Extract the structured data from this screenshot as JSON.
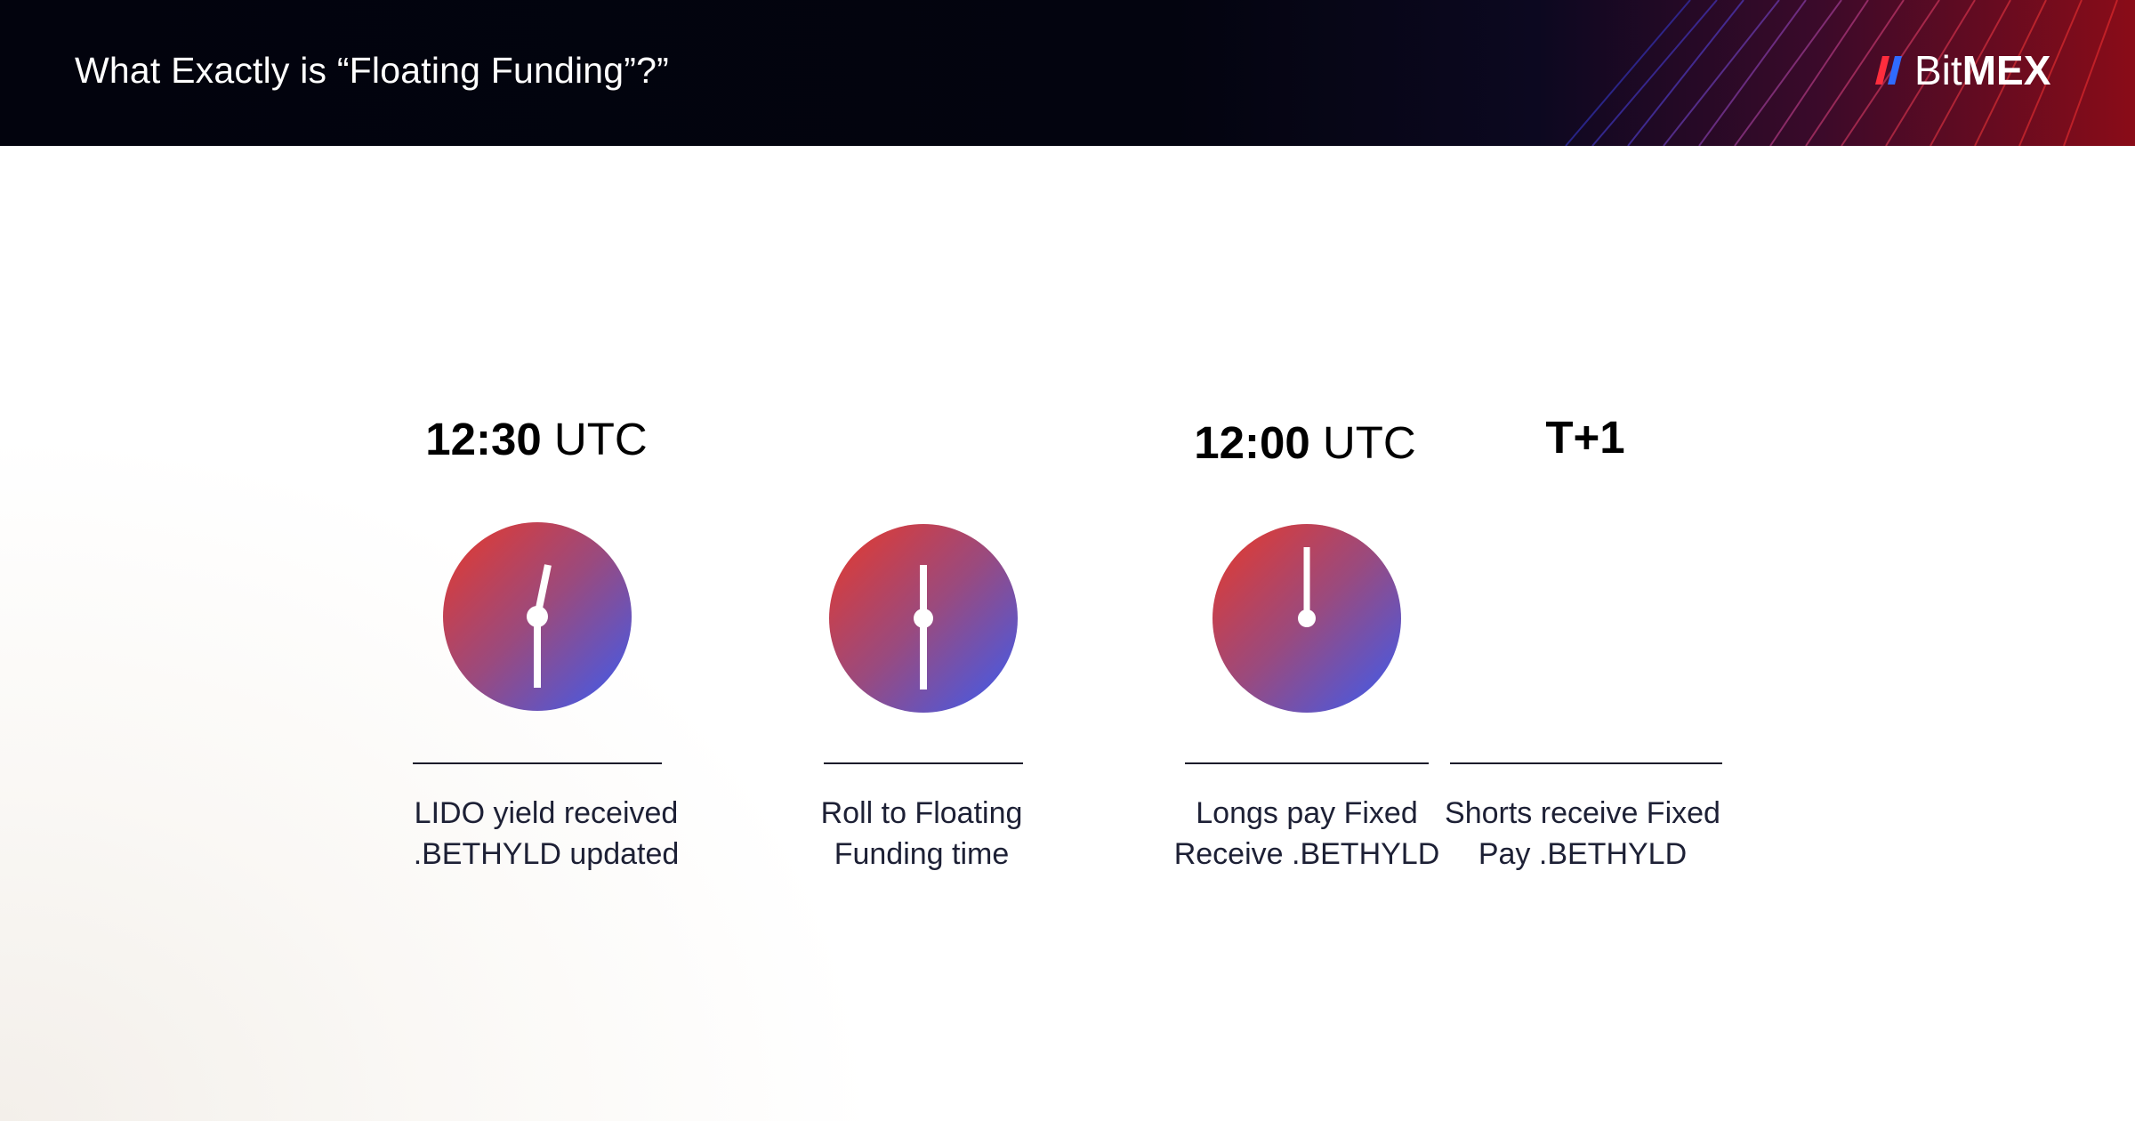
{
  "header": {
    "title": "What Exactly is “Floating Funding”?”",
    "brand": {
      "light": "Bit",
      "bold": "MEX",
      "mark_colors": [
        "#ff2d3d",
        "#2f6bff"
      ]
    }
  },
  "steps": [
    {
      "time_bold": "12:30",
      "time_rest": " UTC",
      "caption_line1": "LIDO yield received",
      "caption_line2": ".BETHYLD updated",
      "clock_hands": "half-past"
    },
    {
      "time_bold": "",
      "time_rest": "",
      "caption_line1": "Roll to Floating",
      "caption_line2": "Funding time",
      "clock_hands": "half-past"
    },
    {
      "time_bold": "12:00",
      "time_rest": " UTC",
      "caption_line1": "Longs pay Fixed",
      "caption_line2": "Receive .BETHYLD",
      "clock_hands": "twelve"
    },
    {
      "time_bold": "T+1",
      "time_rest": "",
      "caption_line1": "Shorts receive Fixed",
      "caption_line2": "Pay .BETHYLD",
      "clock_hands": "none"
    }
  ],
  "colors": {
    "clock_red": "#e03a2e",
    "clock_blue": "#3d5bf0",
    "header_bg": "#02030d"
  }
}
